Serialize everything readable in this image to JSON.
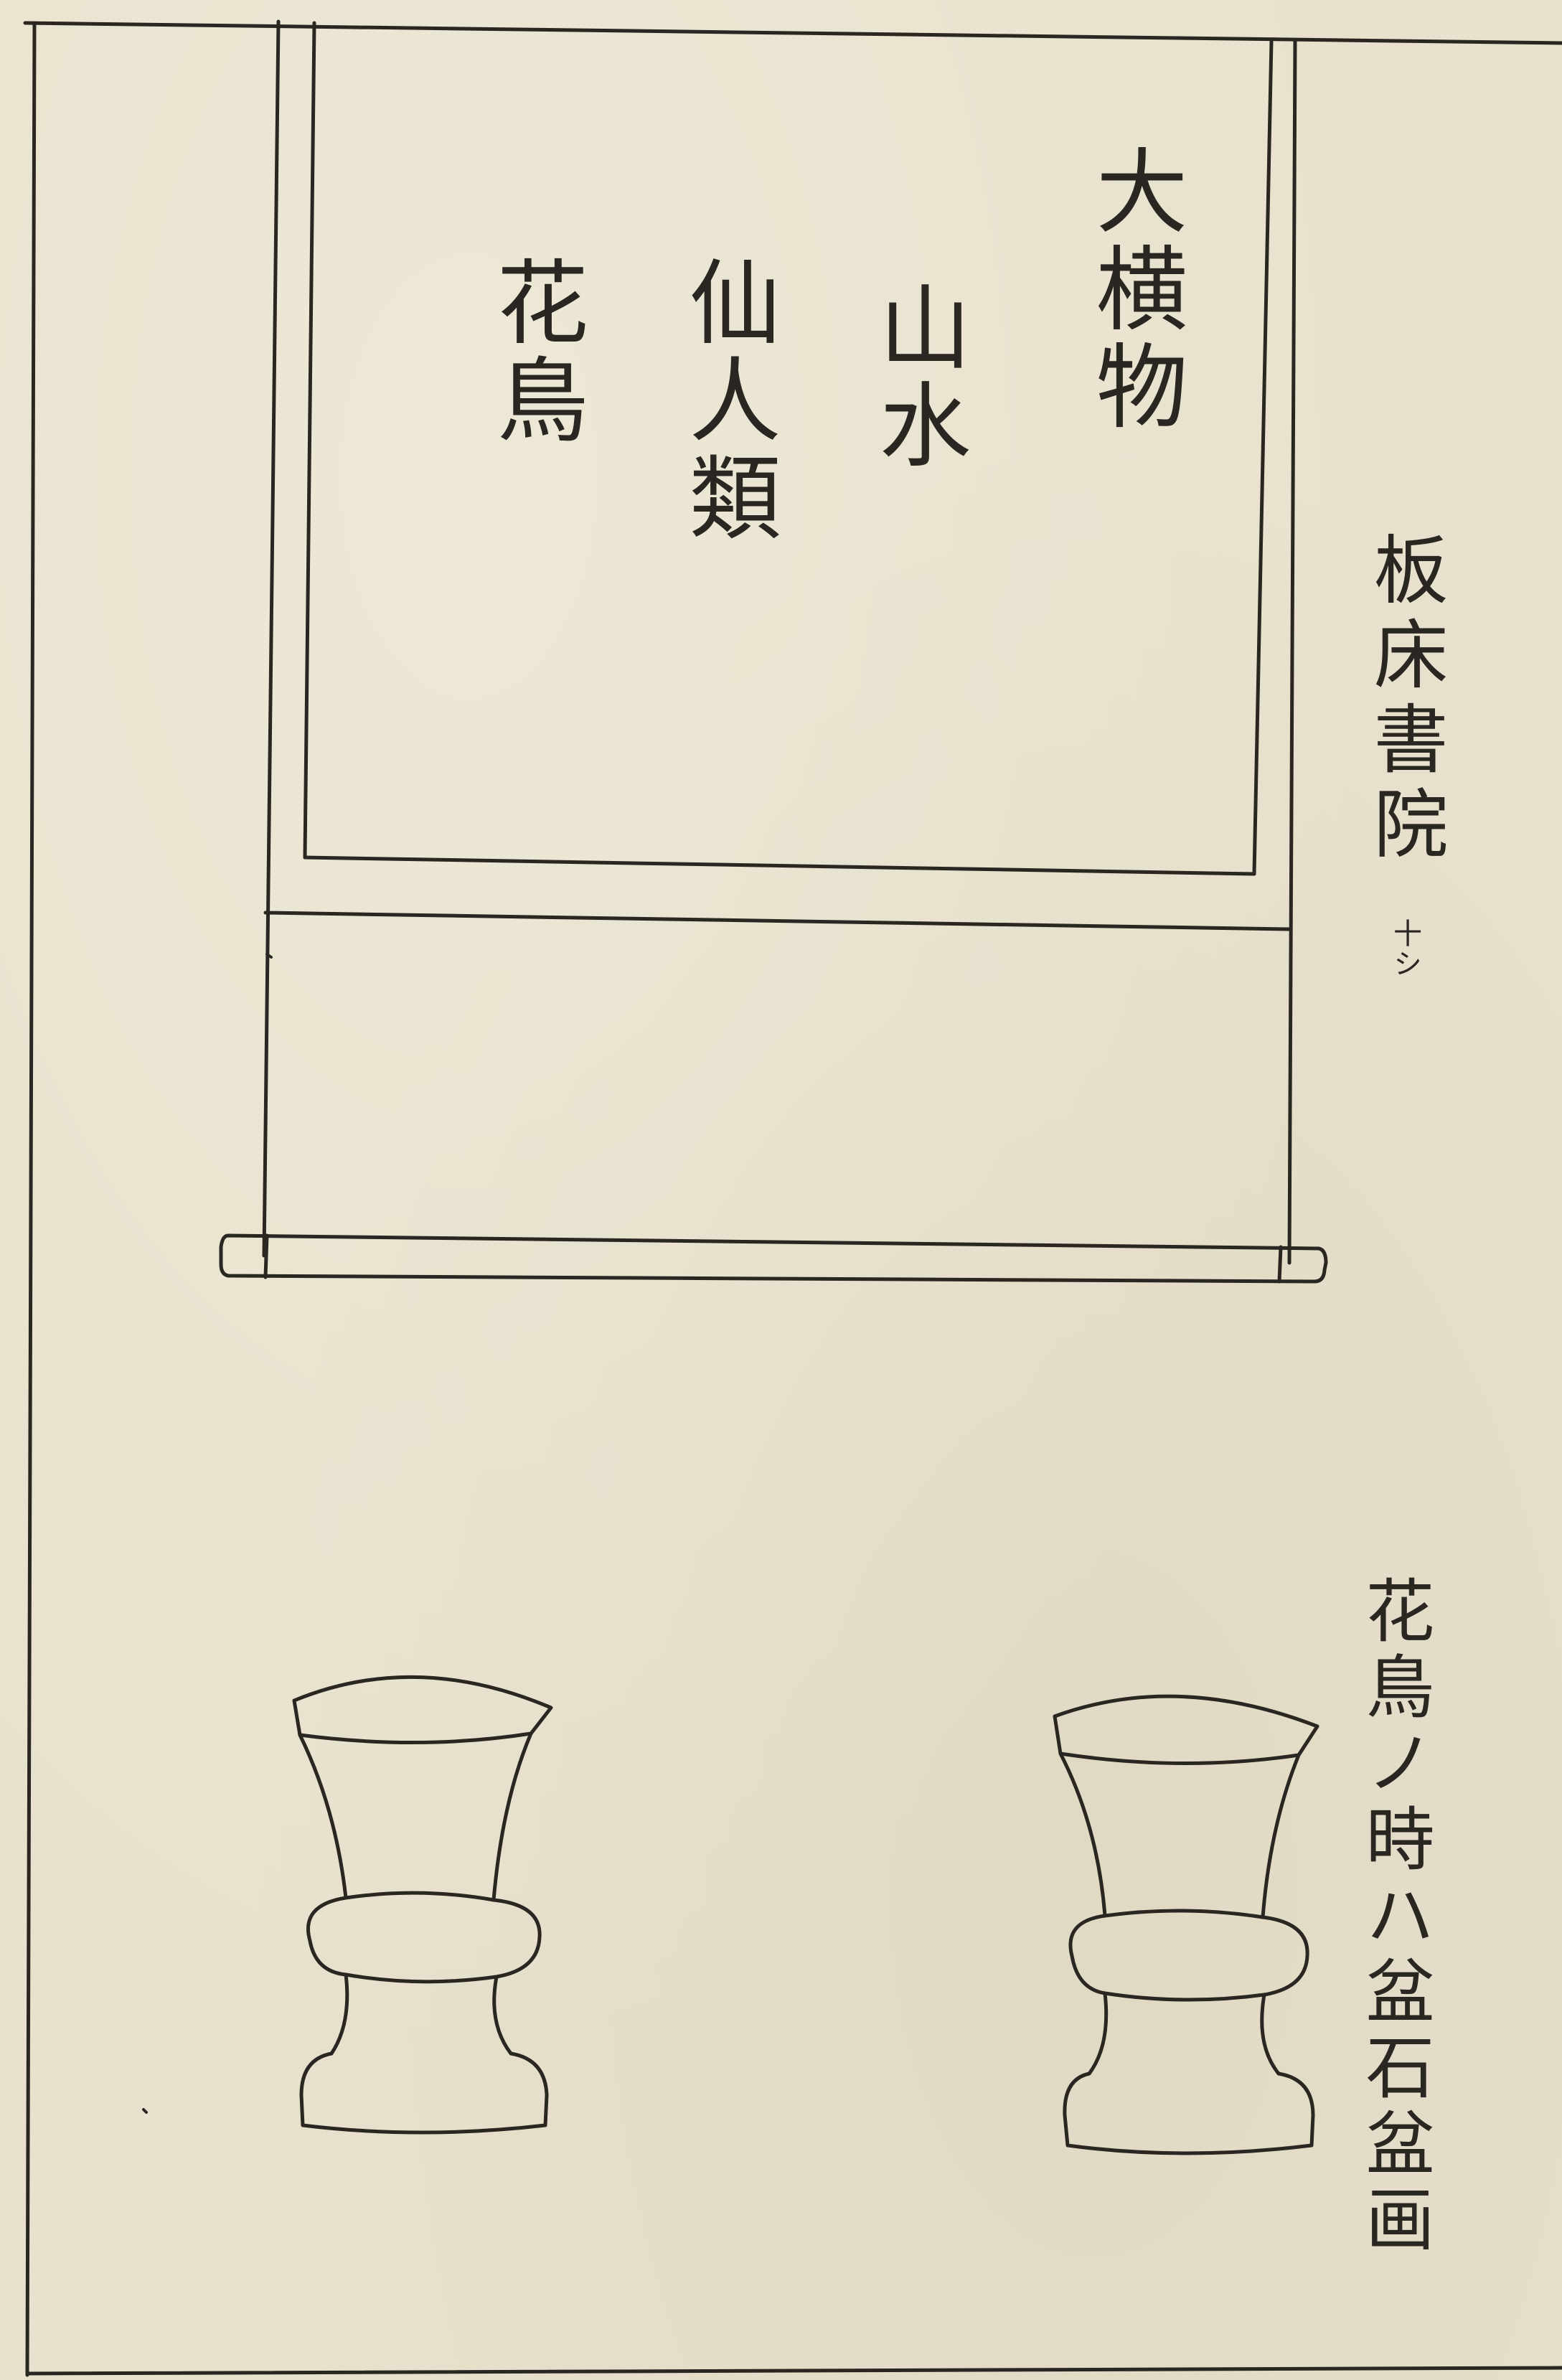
{
  "scroll": {
    "lines": [
      "大横物",
      "山水",
      "仙人類",
      "花鳥"
    ]
  },
  "side_caption": {
    "main": "板床書院",
    "note": "十シ"
  },
  "bottom_caption": {
    "text": "花鳥ノ時ハ盆石盆画"
  },
  "colors": {
    "paper": "#e7e1cd",
    "ink": "#2a2622"
  }
}
